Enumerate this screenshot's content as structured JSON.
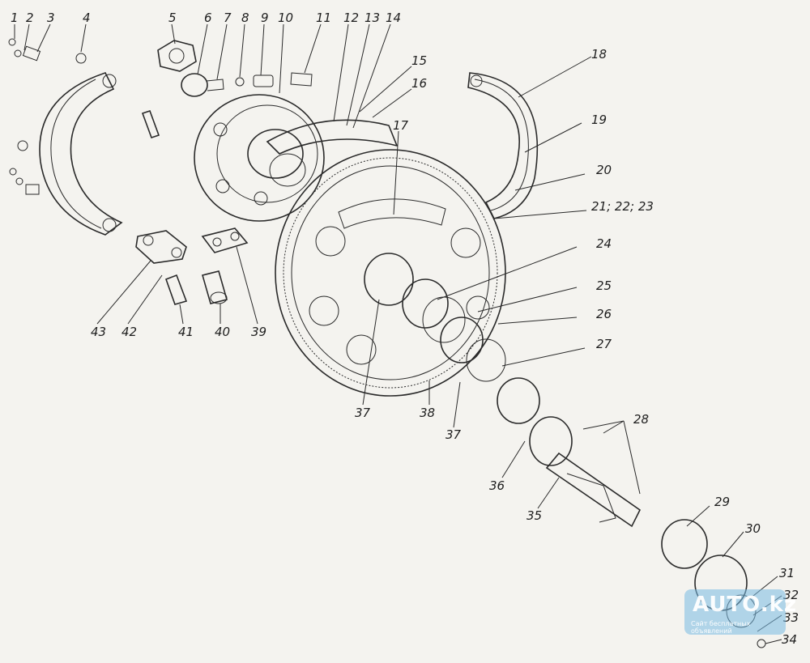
{
  "callouts": [
    "1",
    "2",
    "3",
    "4",
    "5",
    "6",
    "7",
    "8",
    "9",
    "10",
    "11",
    "12",
    "13",
    "14",
    "15",
    "16",
    "17",
    "18",
    "19",
    "20",
    "21; 22; 23",
    "24",
    "25",
    "26",
    "27",
    "28",
    "29",
    "30",
    "31",
    "32",
    "33",
    "34",
    "35",
    "36",
    "37",
    "37",
    "38",
    "39",
    "40",
    "41",
    "42",
    "43"
  ],
  "watermark": {
    "brand": "AUTO.kz",
    "tagline": "Сайт бесплатных объявлений"
  },
  "colors": {
    "ink": "#2a2a2a",
    "paper": "#f4f3ef",
    "watermark": "#78b9e1"
  }
}
